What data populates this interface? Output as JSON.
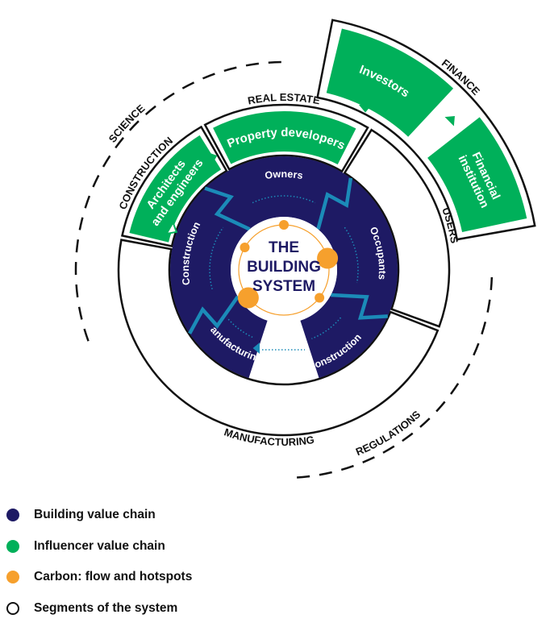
{
  "colors": {
    "navy": "#1e1a64",
    "green": "#00b05a",
    "orange": "#f6a02d",
    "teal": "#1b8bb8",
    "black": "#111111",
    "white": "#ffffff"
  },
  "center": {
    "title_lines": [
      "THE",
      "BUILDING",
      "SYSTEM"
    ]
  },
  "building_value_chain": [
    {
      "id": "owners",
      "label": "Owners"
    },
    {
      "id": "occupants",
      "label": "Occupants"
    },
    {
      "id": "deconstruction",
      "label": "Deconstruction"
    },
    {
      "id": "manufacturing",
      "label": "Manufacturing"
    },
    {
      "id": "construction",
      "label": "Construction"
    }
  ],
  "influencers": [
    {
      "id": "architects",
      "lines": [
        "Architects",
        "and engineers"
      ]
    },
    {
      "id": "property-developers",
      "lines": [
        "Property developers"
      ]
    },
    {
      "id": "investors",
      "lines": [
        "Investors"
      ]
    },
    {
      "id": "financial-institution",
      "lines": [
        "Financial",
        "institution"
      ]
    }
  ],
  "segments": [
    {
      "id": "construction",
      "label": "CONSTRUCTION"
    },
    {
      "id": "real-estate",
      "label": "REAL ESTATE"
    },
    {
      "id": "users",
      "label": "USERS"
    },
    {
      "id": "manufacturing",
      "label": "MANUFACTURING"
    },
    {
      "id": "finance",
      "label": "FINANCE"
    }
  ],
  "external_factors": [
    {
      "id": "science",
      "label": "SCIENCE"
    },
    {
      "id": "regulations",
      "label": "REGULATIONS"
    }
  ],
  "legend": [
    {
      "id": "building",
      "label": "Building value chain",
      "color": "#1e1a64",
      "filled": true
    },
    {
      "id": "influencer",
      "label": "Influencer value chain",
      "color": "#00b05a",
      "filled": true
    },
    {
      "id": "carbon",
      "label": "Carbon: flow and hotspots",
      "color": "#f6a02d",
      "filled": true
    },
    {
      "id": "segments",
      "label": "Segments of the system",
      "color": "#111111",
      "filled": false
    }
  ]
}
